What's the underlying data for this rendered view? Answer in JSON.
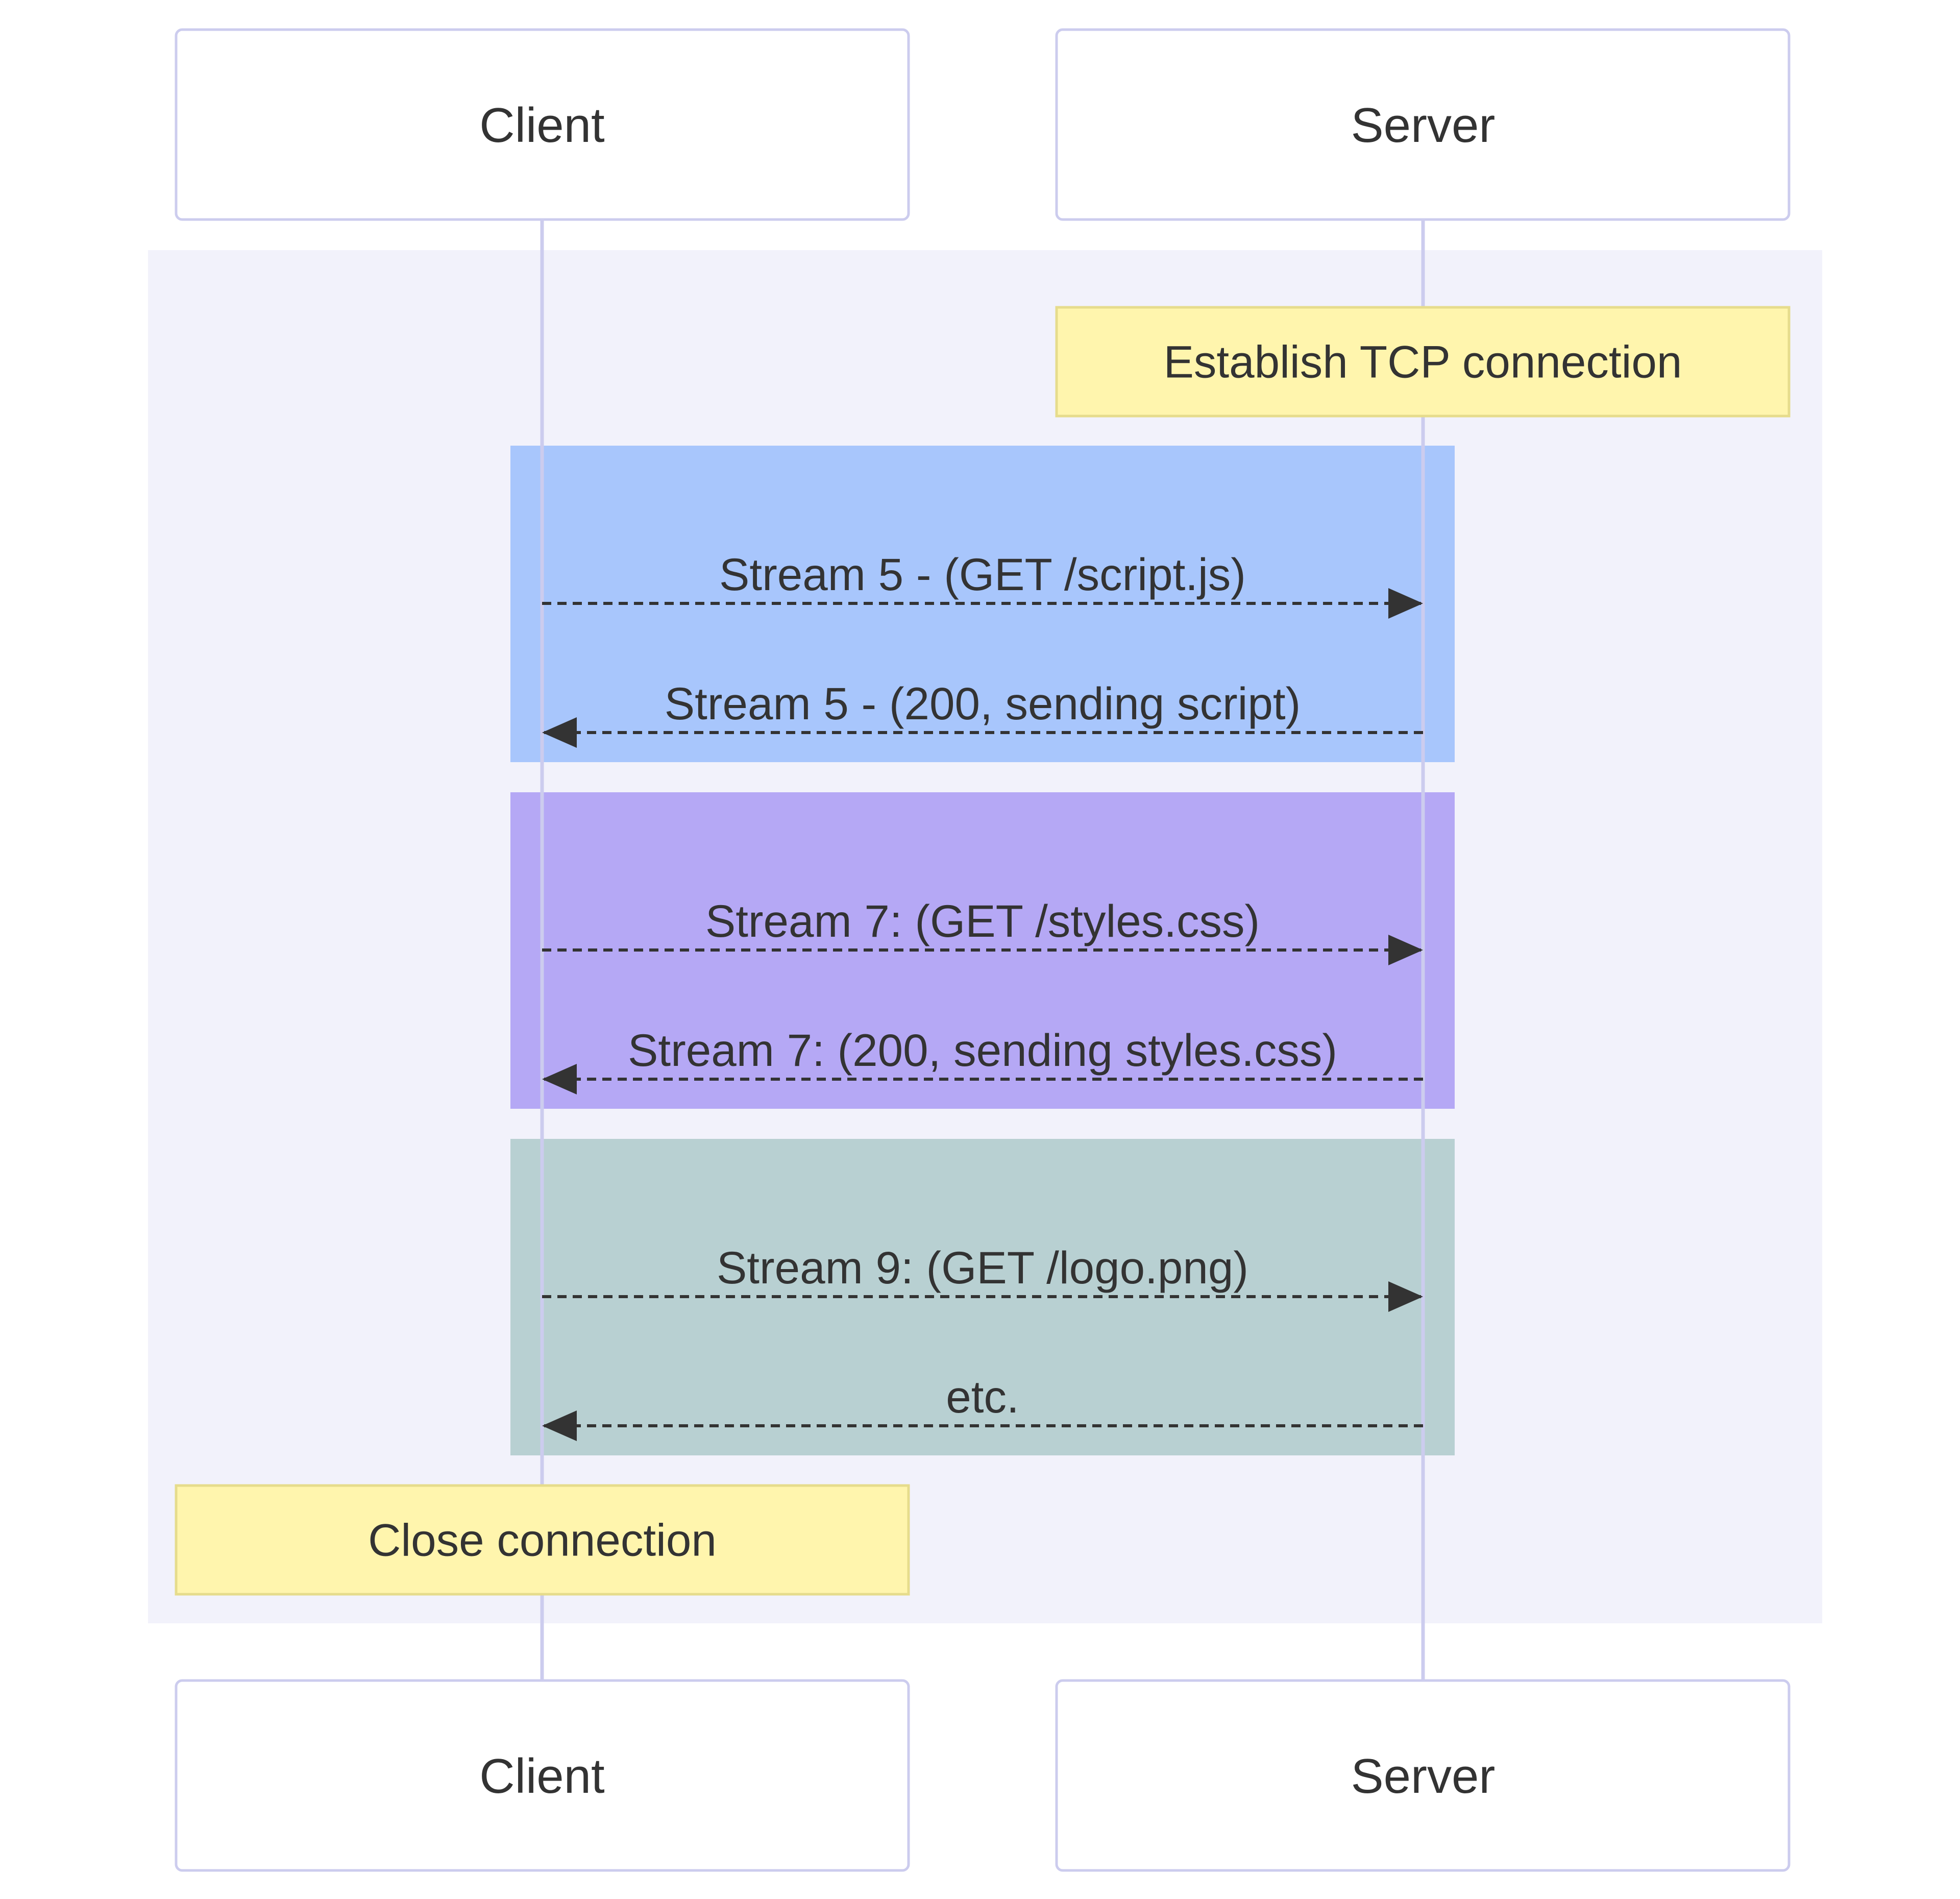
{
  "participants": [
    {
      "id": "client",
      "label": "Client"
    },
    {
      "id": "server",
      "label": "Server"
    }
  ],
  "notes": [
    {
      "id": "note-establish",
      "over": "server",
      "text": "Establish TCP connection"
    },
    {
      "id": "note-close",
      "over": "client",
      "text": "Close connection"
    }
  ],
  "groups": [
    {
      "id": "stream-5",
      "color": "#a8c6fc",
      "messages": [
        {
          "from": "client",
          "to": "server",
          "text": "Stream 5 - (GET /script.js)"
        },
        {
          "from": "server",
          "to": "client",
          "text": "Stream 5 - (200, sending script)"
        }
      ]
    },
    {
      "id": "stream-7",
      "color": "#b5a8f5",
      "messages": [
        {
          "from": "client",
          "to": "server",
          "text": "Stream 7: (GET /styles.css)"
        },
        {
          "from": "server",
          "to": "client",
          "text": "Stream 7: (200, sending styles.css)"
        }
      ]
    },
    {
      "id": "stream-9",
      "color": "#b8d0d2",
      "messages": [
        {
          "from": "client",
          "to": "server",
          "text": "Stream 9: (GET /logo.png)"
        },
        {
          "from": "server",
          "to": "client",
          "text": "etc."
        }
      ]
    }
  ],
  "colors": {
    "outer_box": "#f2f2fb",
    "actor_border": "#ccccee",
    "lifeline": "#ccccee",
    "note_fill": "#fff5ad",
    "note_border": "#e6dc8c",
    "arrow": "#333333",
    "text": "#333333"
  }
}
